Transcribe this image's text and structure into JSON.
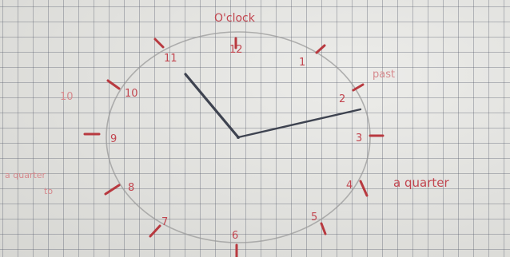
{
  "photo": {
    "subject": "hand-drawn clock on graph paper",
    "ink_color": "#c2454f",
    "hand_color": "#3e4350",
    "circle_color": "#9a9a9a"
  },
  "clock": {
    "numerals": [
      "1",
      "2",
      "3",
      "4",
      "5",
      "6",
      "7",
      "8",
      "9",
      "10",
      "11",
      "12"
    ],
    "hand_hour_reading": 10.8,
    "hand_minute_reading": 2.5
  },
  "labels": {
    "oclock": "O'clock",
    "past": "past",
    "quarter_right": "a quarter",
    "quarter_left": "a quarter",
    "quarter_left_sub": "to",
    "ten_left": "10"
  }
}
